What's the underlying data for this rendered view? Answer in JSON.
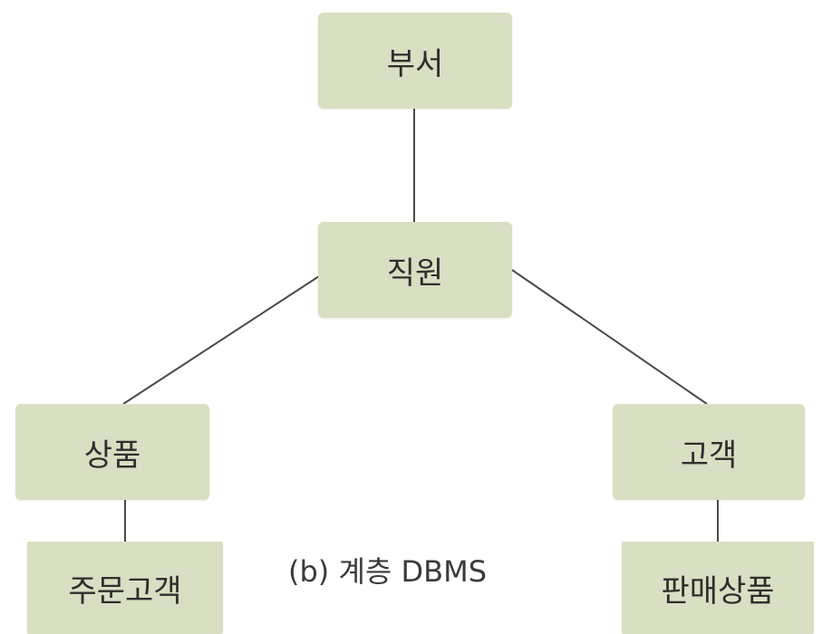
{
  "nodes": {
    "department": "부서",
    "employee": "직원",
    "product": "상품",
    "customer": "고객",
    "order_customer": "주문고객",
    "sold_product": "판매상품"
  },
  "caption": "(b) 계층 DBMS",
  "colors": {
    "node_fill": "#d8dfc2",
    "edge": "#4a4a4a"
  }
}
